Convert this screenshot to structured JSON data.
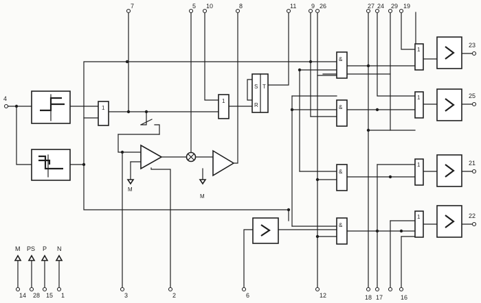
{
  "pins": {
    "p1": "1",
    "p2": "2",
    "p3": "3",
    "p4": "4",
    "p5": "5",
    "p6": "6",
    "p7": "7",
    "p8": "8",
    "p9": "9",
    "p10": "10",
    "p11": "11",
    "p12": "12",
    "p14": "14",
    "p15": "15",
    "p16": "16",
    "p17": "17",
    "p18": "18",
    "p19": "19",
    "p21": "21",
    "p22": "22",
    "p23": "23",
    "p24": "24",
    "p25": "25",
    "p26": "26",
    "p27": "27",
    "p28": "28",
    "p29": "29"
  },
  "legend": {
    "m": "M",
    "ps": "PS",
    "p": "P",
    "n": "N"
  },
  "gates": {
    "and_sym": "&",
    "or_sym": "1",
    "cmp_sym": ">"
  },
  "flipflop": {
    "s": "S",
    "r": "R",
    "t": "T"
  },
  "ground": {
    "m1": "M",
    "m2": "M"
  }
}
